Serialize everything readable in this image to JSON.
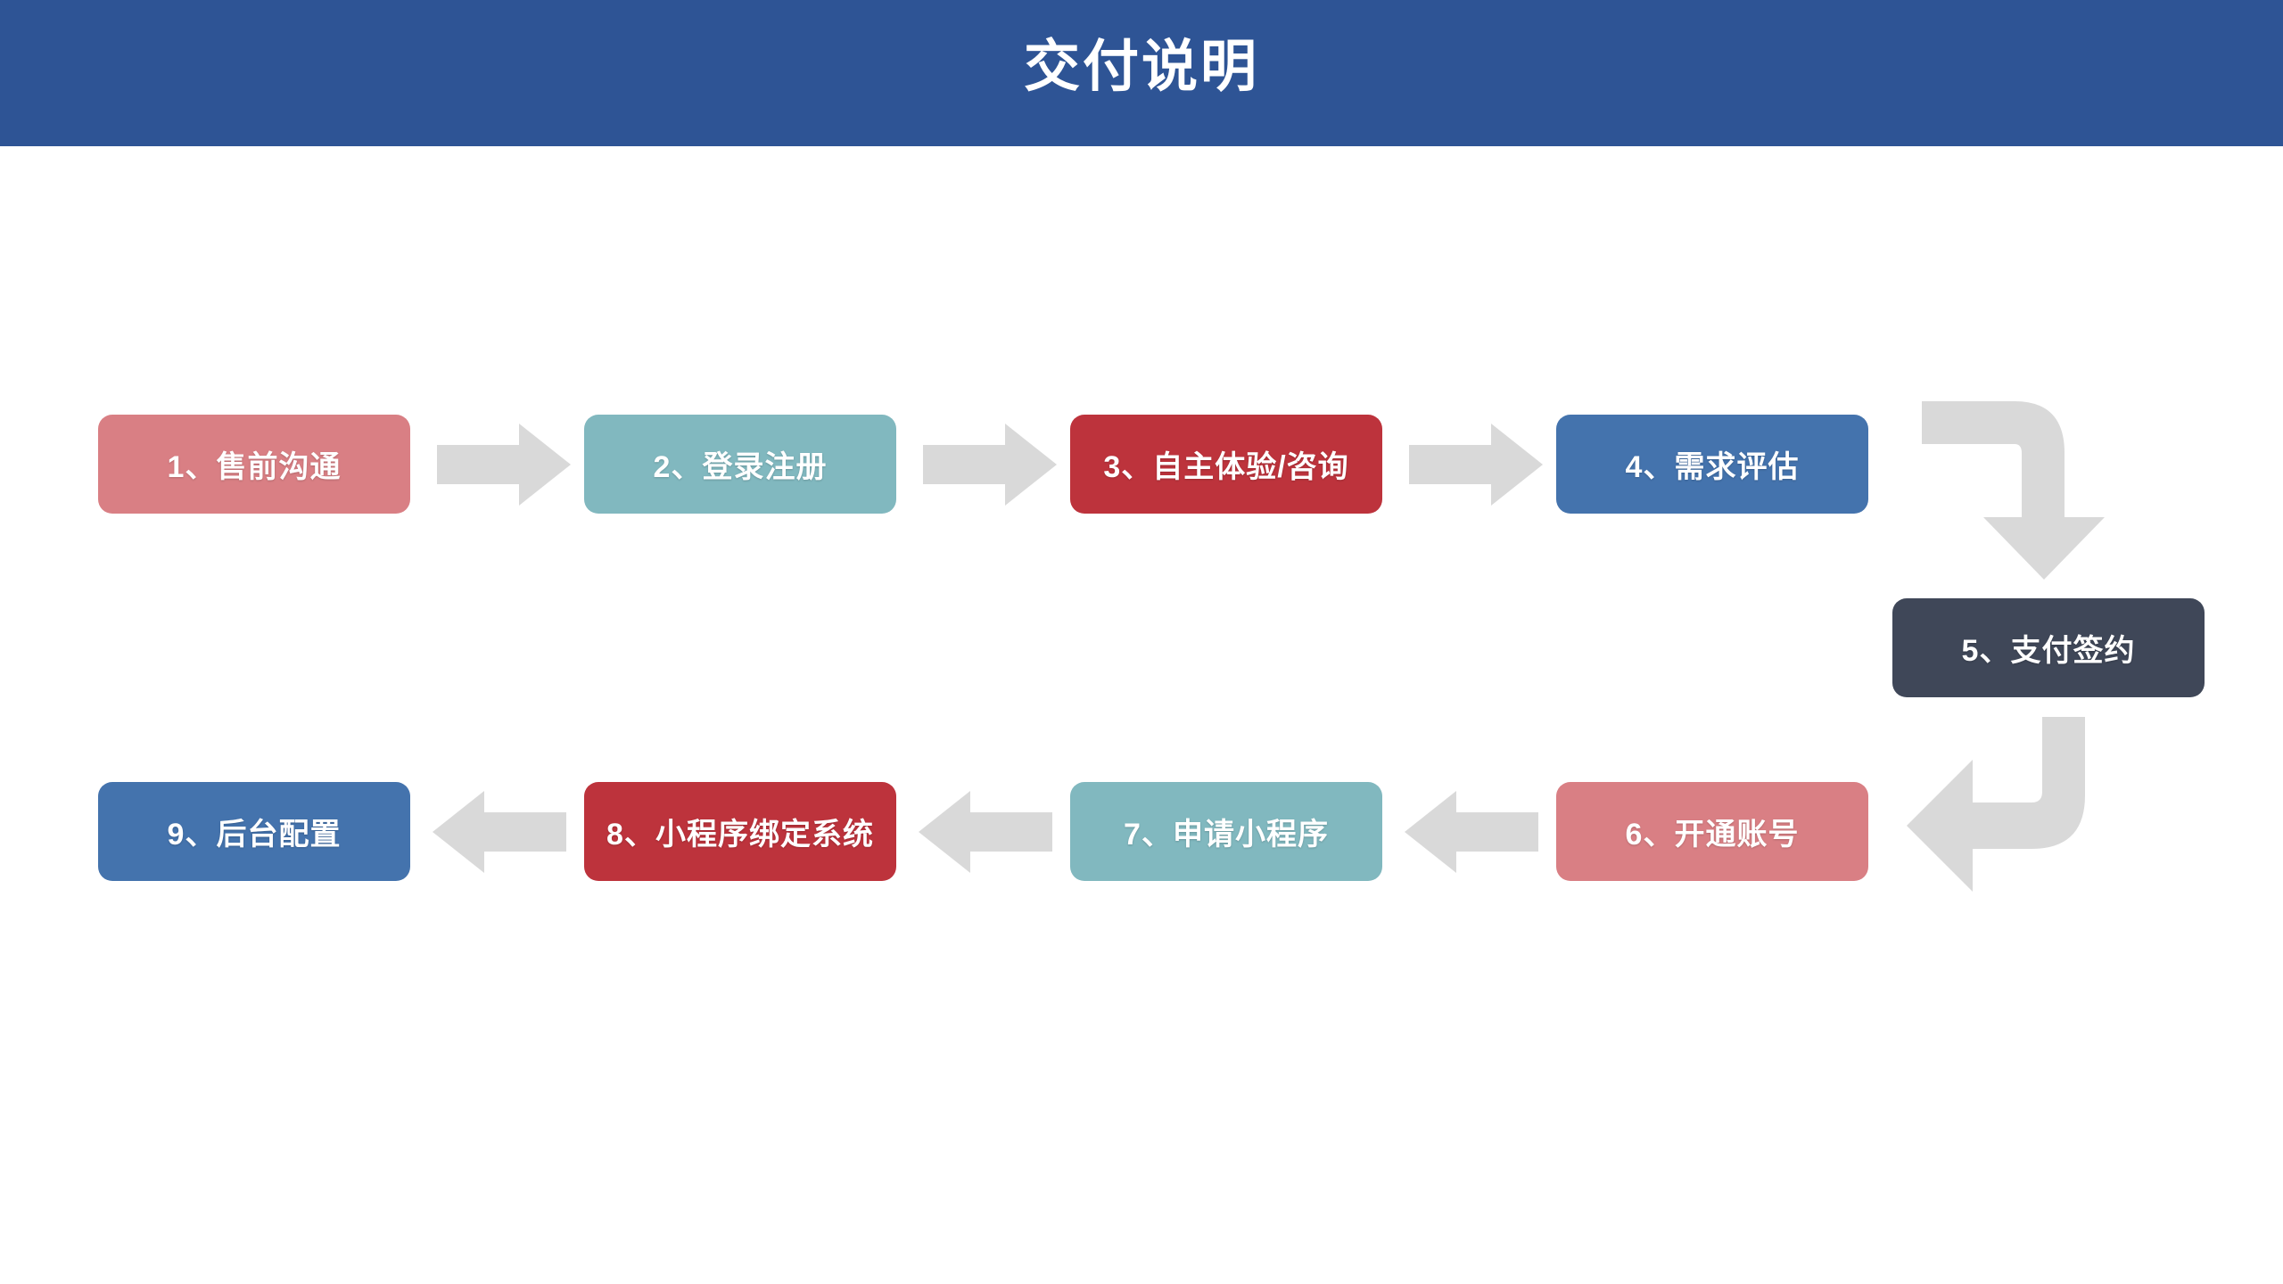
{
  "header": {
    "title": "交付说明",
    "background_color": "#2e5495",
    "text_color": "#ffffff"
  },
  "colors": {
    "rose": "#d97f84",
    "teal": "#81b8bf",
    "red": "#bd333c",
    "blue": "#4473ad",
    "dark": "#3f4758",
    "arrow_gray": "#d9d9d9",
    "canvas": "#ffffff"
  },
  "flow": {
    "nodes": [
      {
        "id": 1,
        "label": "1、售前沟通",
        "color": "#d97f84",
        "row": "top",
        "order": 1
      },
      {
        "id": 2,
        "label": "2、登录注册",
        "color": "#81b8bf",
        "row": "top",
        "order": 2
      },
      {
        "id": 3,
        "label": "3、自主体验/咨询",
        "color": "#bd333c",
        "row": "top",
        "order": 3
      },
      {
        "id": 4,
        "label": "4、需求评估",
        "color": "#4473ad",
        "row": "top",
        "order": 4
      },
      {
        "id": 5,
        "label": "5、支付签约",
        "color": "#3f4758",
        "row": "middle",
        "order": 5
      },
      {
        "id": 6,
        "label": "6、开通账号",
        "color": "#d97f84",
        "row": "bottom",
        "order": 6
      },
      {
        "id": 7,
        "label": "7、申请小程序",
        "color": "#81b8bf",
        "row": "bottom",
        "order": 7
      },
      {
        "id": 8,
        "label": "8、小程序绑定系统",
        "color": "#bd333c",
        "row": "bottom",
        "order": 8
      },
      {
        "id": 9,
        "label": "9、后台配置",
        "color": "#4473ad",
        "row": "bottom",
        "order": 9
      }
    ],
    "connectors": [
      {
        "name": "arrow-1-to-2",
        "direction": "right",
        "shape": "straight"
      },
      {
        "name": "arrow-2-to-3",
        "direction": "right",
        "shape": "straight"
      },
      {
        "name": "arrow-3-to-4",
        "direction": "right",
        "shape": "straight"
      },
      {
        "name": "arrow-4-to-5",
        "direction": "down",
        "shape": "elbow"
      },
      {
        "name": "arrow-5-to-6",
        "direction": "left",
        "shape": "elbow"
      },
      {
        "name": "arrow-6-to-7",
        "direction": "left",
        "shape": "straight"
      },
      {
        "name": "arrow-7-to-8",
        "direction": "left",
        "shape": "straight"
      },
      {
        "name": "arrow-8-to-9",
        "direction": "left",
        "shape": "straight"
      }
    ]
  }
}
